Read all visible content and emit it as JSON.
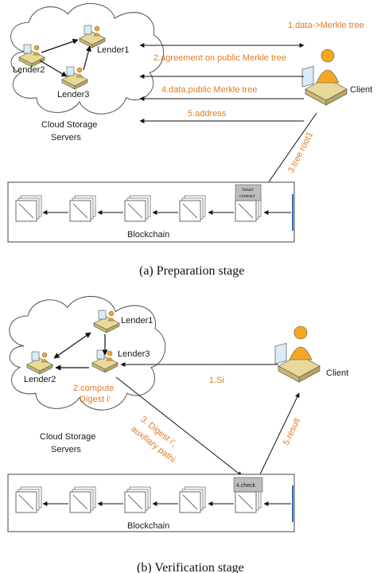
{
  "panel_a": {
    "steps": {
      "s1": "1.data->Merkle tree",
      "s2": "2.agreement on  public Merkle tree",
      "s3": "3.tree root1",
      "s4": "4.data,public Merkle tree",
      "s5": "5.address"
    },
    "lenders": {
      "l1": "Lender1",
      "l2": "Lender2",
      "l3": "Lender3"
    },
    "client": "Client",
    "cloud_line1": "Cloud Storage",
    "cloud_line2": "Servers",
    "contract_line1": "Smart",
    "contract_line2": "contract",
    "blockchain": "Blockchain",
    "caption": "(a) Preparation stage"
  },
  "panel_b": {
    "steps": {
      "s1": "1.Si",
      "s2a": "2.compute",
      "s2b": "Digest i’",
      "s3a": "3. Digest i’,",
      "s3b": "auxiliary pathi",
      "s4": "4.check",
      "s5": "5.result"
    },
    "lenders": {
      "l1": "Lender1",
      "l2": "Lender2",
      "l3": "Lender3"
    },
    "client": "Client",
    "cloud_line1": "Cloud Storage",
    "cloud_line2": "Servers",
    "blockchain": "Blockchain",
    "caption": "(b) Verification stage"
  },
  "colors": {
    "step_text": "#e07b22",
    "person_skin": "#f5a623",
    "desk": "#e8d89a",
    "outline": "#333333"
  }
}
